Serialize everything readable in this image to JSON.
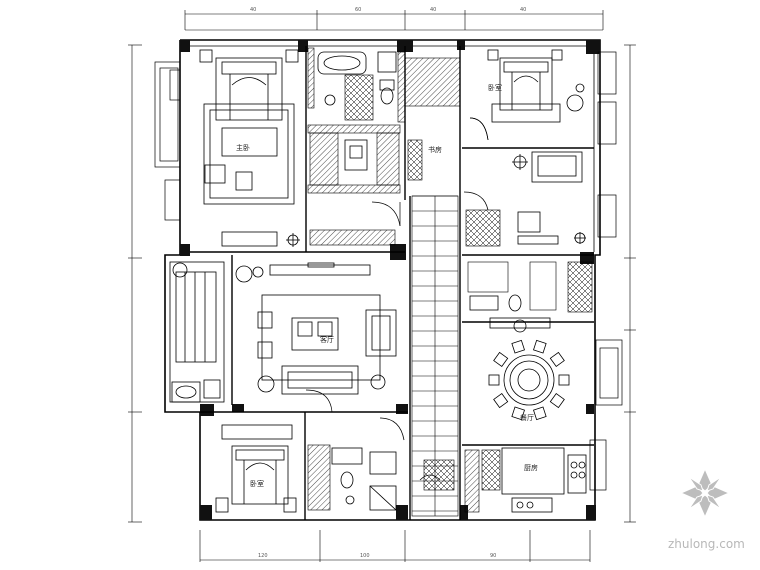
{
  "plan": {
    "room_labels": {
      "bedroom_ne": "卧室",
      "study": "书房",
      "living": "客厅",
      "dining": "餐厅",
      "kitchen": "厨房",
      "bedroom_nw": "主卧",
      "bedroom_sw": "卧室"
    },
    "dims": {
      "top_1": "40",
      "top_2": "60",
      "top_3": "40",
      "top_4": "40",
      "bottom_1": "120",
      "bottom_2": "100",
      "bottom_3": "90"
    }
  },
  "watermark": {
    "text": "zhulong.com",
    "logo": "zhulong-logo"
  },
  "colors": {
    "line": "#000000",
    "wall": "#111111",
    "watermark": "#bdbdbd"
  }
}
